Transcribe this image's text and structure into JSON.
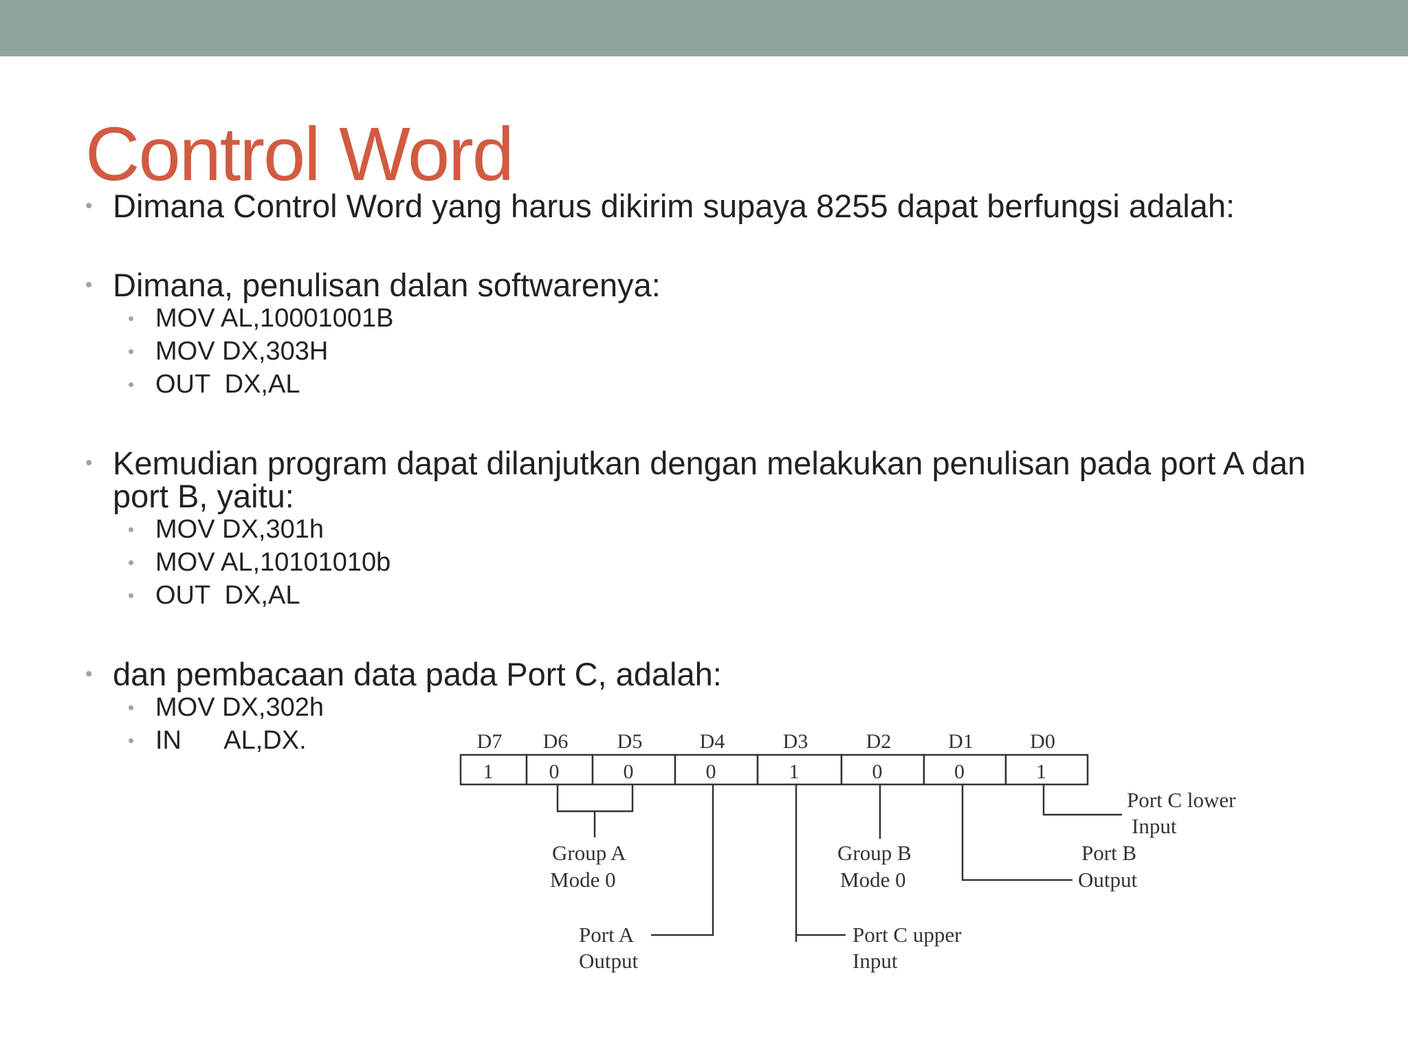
{
  "header": {
    "bar_color": "#90a39a"
  },
  "title": "Control Word",
  "bullets": {
    "b1": "Dimana Control Word yang harus dikirim supaya 8255 dapat berfungsi adalah:",
    "b2": "Dimana, penulisan dalan softwarenya:",
    "b2_sub": [
      "MOV AL,10001001B",
      "MOV DX,303H",
      "OUT  DX,AL"
    ],
    "b3": "Kemudian program dapat dilanjutkan dengan melakukan penulisan pada port A dan port B, yaitu:",
    "b3_sub": [
      "MOV DX,301h",
      "MOV AL,10101010b",
      "OUT  DX,AL"
    ],
    "b4": "dan pembacaan data pada Port C, adalah:",
    "b4_sub": [
      "MOV DX,302h",
      "IN      AL,DX."
    ]
  },
  "diagram": {
    "bit_labels": [
      "D7",
      "D6",
      "D5",
      "D4",
      "D3",
      "D2",
      "D1",
      "D0"
    ],
    "bit_values": [
      "1",
      "0",
      "0",
      "0",
      "1",
      "0",
      "0",
      "1"
    ],
    "annotations": {
      "group_a_line1": "Group A",
      "group_a_line2": "Mode 0",
      "port_a_line1": "Port A",
      "port_a_line2": "Output",
      "port_c_upper_line1": "Port C upper",
      "port_c_upper_line2": "Input",
      "group_b_line1": "Group B",
      "group_b_line2": "Mode 0",
      "port_b_line1": "Port B",
      "port_b_line2": "Output",
      "port_c_lower_line1": "Port C lower",
      "port_c_lower_line2": "Input"
    }
  }
}
